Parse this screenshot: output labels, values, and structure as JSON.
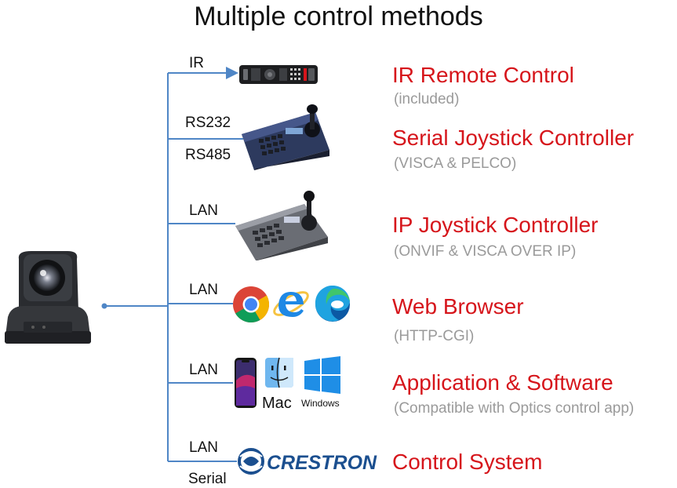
{
  "title": "Multiple control methods",
  "ports": {
    "ir": "IR",
    "rs232": "RS232",
    "rs485": "RS485",
    "lan1": "LAN",
    "lan2": "LAN",
    "lan3": "LAN",
    "lan4": "LAN",
    "serial": "Serial"
  },
  "methods": [
    {
      "name": "IR Remote Control",
      "sub": "(included)"
    },
    {
      "name": "Serial Joystick Controller",
      "sub": "(VISCA & PELCO)"
    },
    {
      "name": "IP Joystick Controller",
      "sub": "(ONVIF & VISCA OVER IP)"
    },
    {
      "name": "Web Browser",
      "sub": "(HTTP-CGI)"
    },
    {
      "name": "Application & Software",
      "sub": "(Compatible with Optics control app)"
    },
    {
      "name": "Control System",
      "sub": ""
    }
  ],
  "logos": {
    "mac": "Mac",
    "windows": "Windows",
    "crestron": "CRESTRON"
  },
  "colors": {
    "method_red": "#d6151b",
    "sub_gray": "#9a9a9a",
    "line_blue": "#4f86c6"
  },
  "icons": [
    "ptz-camera-icon",
    "ir-remote-icon",
    "serial-joystick-icon",
    "ip-joystick-icon",
    "chrome-icon",
    "ie-icon",
    "edge-icon",
    "phone-icon",
    "mac-finder-icon",
    "windows-icon",
    "crestron-logo"
  ]
}
